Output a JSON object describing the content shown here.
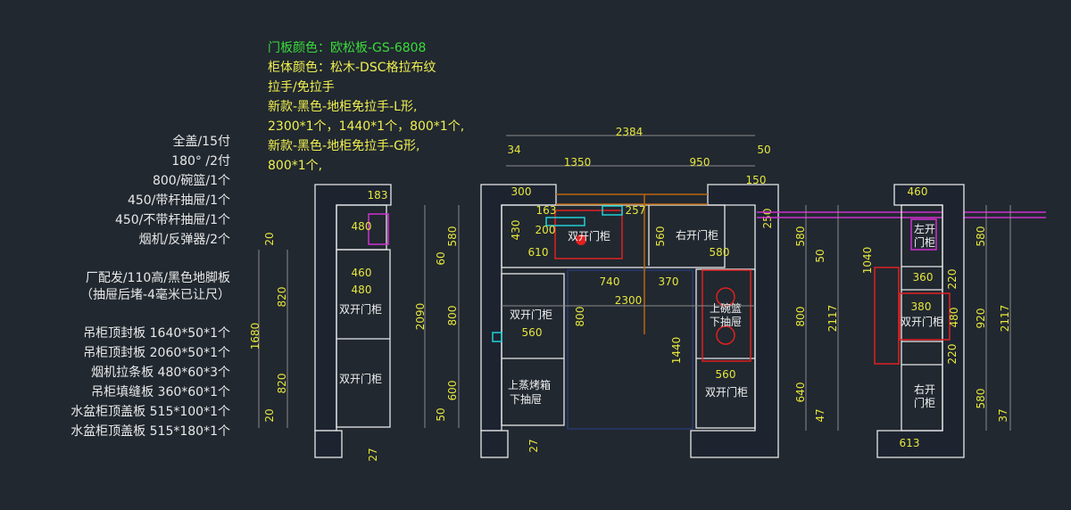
{
  "notes": {
    "door_color": "门板颜色：欧松板-GS-6808",
    "body_color": "柜体颜色：松木-DSC格拉布纹",
    "handle": "拉手/免拉手",
    "line4": "新款-黑色-地柜免拉手-L形,",
    "line5": "2300*1个，1440*1个，800*1个,",
    "line6": "新款-黑色-地柜免拉手-G形,",
    "line7": "800*1个,"
  },
  "specs": [
    "全盖/15付",
    "180° /2付",
    "800/碗篮/1个",
    "450/带杆抽屉/1个",
    "450/不带杆抽屉/1个",
    "烟机/反弹器/2个",
    "厂配发/110高/黑色地脚板",
    "（抽屉后堵-4毫米已让尺）",
    "吊柜顶封板  1640*50*1个",
    "吊柜顶封板  2060*50*1个",
    "烟机拉条板  480*60*3个",
    "吊柜填缝板  360*60*1个",
    "水盆柜顶盖板  515*100*1个",
    "水盆柜顶盖板  515*180*1个"
  ],
  "dims": {
    "top": [
      "2384",
      "34",
      "50",
      "1350",
      "950",
      "150"
    ],
    "left": [
      "183",
      "480",
      "460",
      "480",
      "20",
      "820",
      "1680",
      "820",
      "20",
      "27"
    ],
    "mid": [
      "2090",
      "580",
      "60",
      "800",
      "600",
      "50"
    ],
    "plan": [
      "300",
      "163",
      "257",
      "430",
      "200",
      "610",
      "560",
      "580",
      "250",
      "740",
      "370",
      "2300",
      "560",
      "800",
      "1440",
      "560",
      "27"
    ],
    "right": [
      "580",
      "50",
      "800",
      "640",
      "47",
      "2117",
      "1040",
      "460",
      "360",
      "220",
      "380",
      "480",
      "220",
      "613",
      "580",
      "920",
      "580",
      "2117",
      "37"
    ]
  },
  "labels": {
    "double_door": "双开门柜",
    "right_door": "右开门柜",
    "steam_top": "上蒸烤箱",
    "drawer_bottom": "下抽屉",
    "bowl_top": "上碗篮",
    "left_open": "左开",
    "right_open": "右开",
    "door_cab": "门柜"
  },
  "colors": {
    "background": "#212830",
    "dimension": "#e6e63c",
    "title_green": "#3adb3a",
    "outline": "#e8e8e8"
  }
}
